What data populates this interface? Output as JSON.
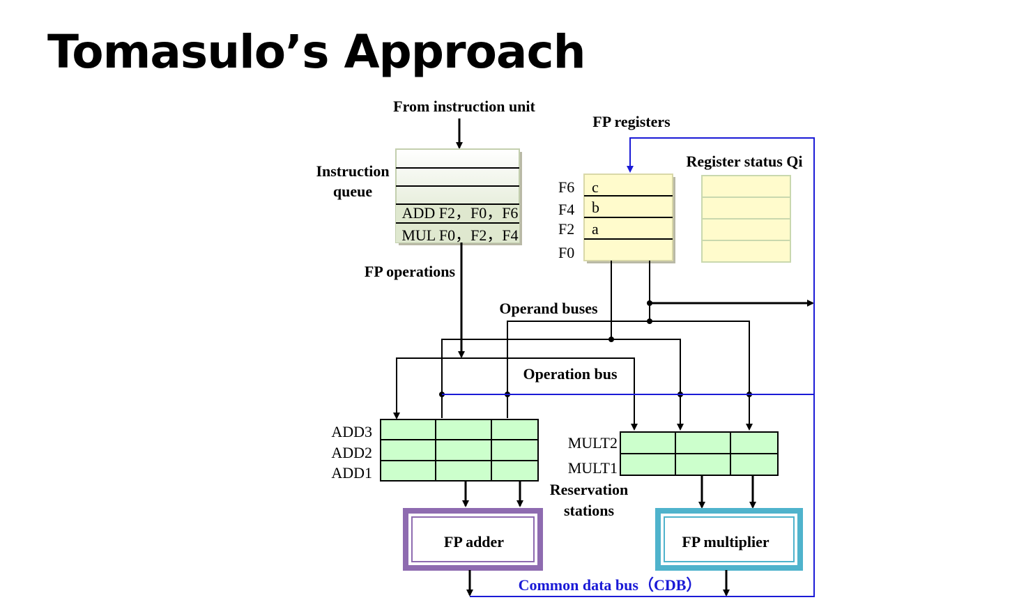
{
  "title": "Tomasulo’s Approach",
  "labels": {
    "from_instruction_unit": "From instruction unit",
    "instruction_queue_line1": "Instruction",
    "instruction_queue_line2": "queue",
    "fp_operations": "FP operations",
    "fp_registers": "FP registers",
    "register_status": "Register status Qi",
    "operand_buses": "Operand buses",
    "operation_bus": "Operation bus",
    "reservation_stations_line1": "Reservation",
    "reservation_stations_line2": "stations",
    "fp_adder": "FP adder",
    "fp_multiplier": "FP multiplier",
    "cdb": "Common data bus（CDB）"
  },
  "instruction_queue": {
    "entries": [
      "ADD F2，F0，F6",
      "MUL F0，F2，F4"
    ]
  },
  "fp_registers": [
    {
      "name": "F6",
      "value": "c"
    },
    {
      "name": "F4",
      "value": "b"
    },
    {
      "name": "F2",
      "value": "a"
    },
    {
      "name": "F0",
      "value": ""
    }
  ],
  "adder_stations": [
    "ADD3",
    "ADD2",
    "ADD1"
  ],
  "mult_stations": [
    "MULT2",
    "MULT1"
  ],
  "colors": {
    "queue_fill": "#dfe8cf",
    "register_fill": "#fffbcc",
    "station_fill": "#ccffcc",
    "adder_border": "#8e6bb0",
    "multiplier_border": "#4fb3cc",
    "cdb": "#1a1ad6"
  }
}
